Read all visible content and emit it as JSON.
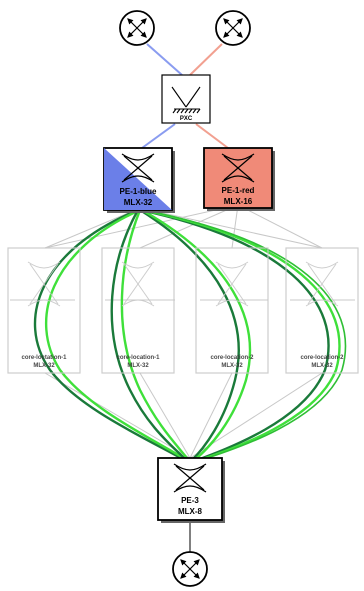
{
  "colors": {
    "blue": "#6b7fe8",
    "red": "#f08a78",
    "link_blue": "#8a9cf0",
    "link_red": "#f2a090",
    "green_dark": "#1a7a3a",
    "green_light": "#3fe03a",
    "faded": "#c8c8c8"
  },
  "nodes": {
    "endpoint_top_left": {
      "icon": "endpoint-icon"
    },
    "endpoint_top_right": {
      "icon": "endpoint-icon"
    },
    "pxc": {
      "label": "PXC",
      "icon": "cross-connect-icon"
    },
    "pe1_blue": {
      "line1": "PE-1-blue",
      "line2": "MLX-32",
      "icon": "router-icon"
    },
    "pe1_red": {
      "line1": "PE-1-red",
      "line2": "MLX-16",
      "icon": "router-icon"
    },
    "core1": {
      "line1": "core-loctation-1",
      "line2": "MLX-32",
      "icon": "router-icon"
    },
    "core2": {
      "line1": "core-location-1",
      "line2": "MLX-32",
      "icon": "router-icon"
    },
    "core3": {
      "line1": "core-location-2",
      "line2": "MLX-32",
      "icon": "router-icon"
    },
    "core4": {
      "line1": "core-location-2",
      "line2": "MLX-32",
      "icon": "router-icon"
    },
    "pe3": {
      "line1": "PE-3",
      "line2": "MLX-8",
      "icon": "router-icon"
    },
    "endpoint_bottom": {
      "icon": "endpoint-icon"
    }
  }
}
